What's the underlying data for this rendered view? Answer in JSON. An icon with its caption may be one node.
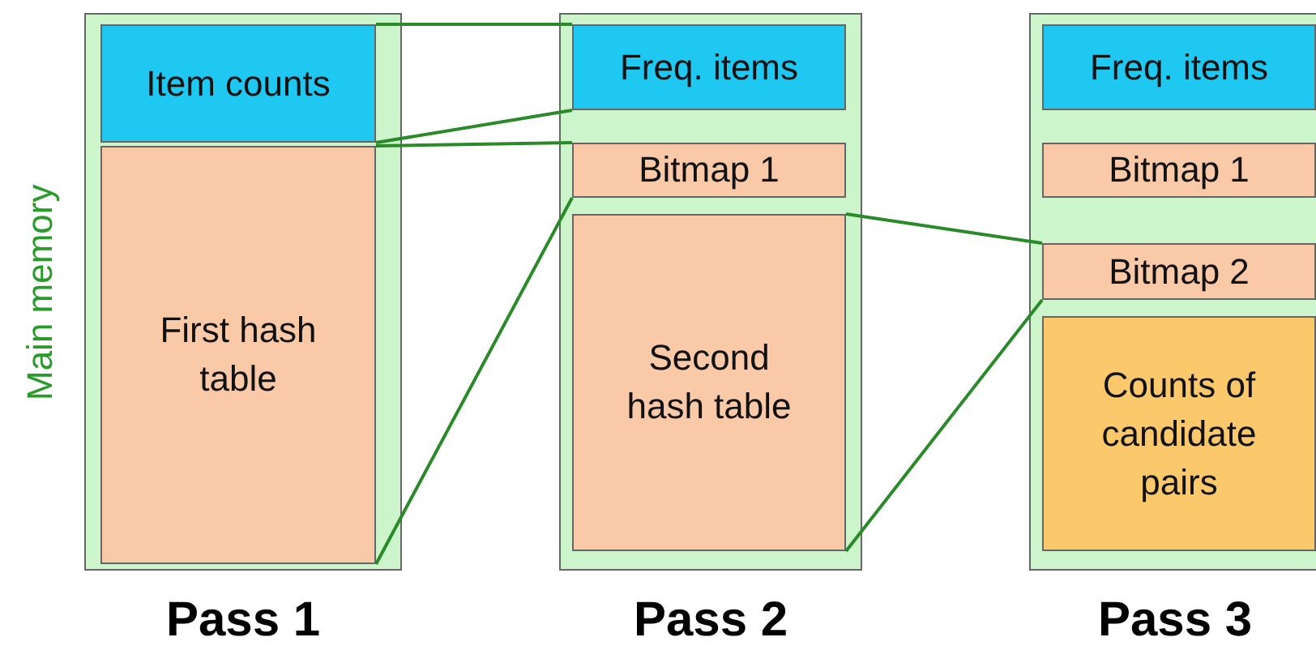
{
  "diagram": {
    "nodes": [
      {
        "text": [
          "Pass 1"
        ]
      },
      {
        "text": [
          "Item counts"
        ],
        "in": 0
      },
      {
        "text": [
          "First hash table"
        ],
        "in": 0
      },
      {
        "text": [
          "Pass 2"
        ]
      },
      {
        "text": [
          "Freq. items"
        ],
        "in": 3
      },
      {
        "text": [
          "Bitmap 1"
        ],
        "in": 3
      },
      {
        "text": [
          "Second hash table"
        ],
        "in": 3
      },
      {
        "text": [
          "Pass 3"
        ]
      },
      {
        "text": [
          "Freq. items"
        ],
        "in": 7
      },
      {
        "text": [
          "Bitmap 1"
        ],
        "in": 7
      },
      {
        "text": [
          "Bitmap 2"
        ],
        "in": 7
      },
      {
        "text": [
          "Counts of candidate pairs"
        ],
        "in": 7
      }
    ],
    "edges": [
      {
        "from": 1,
        "to": 4,
        "arrow": "none"
      },
      {
        "from": 1,
        "to": 4,
        "arrow": "none"
      },
      {
        "from": 2,
        "to": 5,
        "arrow": "none"
      },
      {
        "from": 2,
        "to": 5,
        "arrow": "none"
      },
      {
        "from": 6,
        "to": 10,
        "arrow": "none"
      },
      {
        "from": 6,
        "to": 10,
        "arrow": "none"
      }
    ],
    "labels": [
      "Main memory"
    ]
  }
}
